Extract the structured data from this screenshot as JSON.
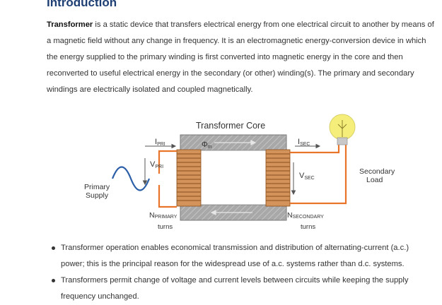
{
  "heading": "Introduction",
  "intro": {
    "term": "Transformer",
    "text": " is a static device that transfers electrical energy from one electrical circuit to another by means of a magnetic field without any change in frequency. It is an electromagnetic energy-conversion device in which the energy supplied to the primary winding is first converted into magnetic energy in the core and then reconverted to useful electrical energy in the secondary (or other) winding(s). The primary and secondary windings are electrically isolated and coupled magnetically."
  },
  "diagram": {
    "core_label": "Transformer Core",
    "flux_symbol": "Φ",
    "flux_sub": "m",
    "i_pri": "I",
    "i_pri_sub": "PRI",
    "v_pri": "V",
    "v_pri_sub": "PRI",
    "i_sec": "I",
    "i_sec_sub": "SEC",
    "v_sec": "V",
    "v_sec_sub": "SEC",
    "primary_supply_line1": "Primary",
    "primary_supply_line2": "Supply",
    "secondary_load_line1": "Secondary",
    "secondary_load_line2": "Load",
    "n_primary": "N",
    "n_primary_sub": "PRIMARY",
    "n_primary_turns": "turns",
    "n_secondary": "N",
    "n_secondary_sub": "SECONDARY",
    "n_secondary_turns": "turns",
    "colors": {
      "wire": "#e8752a",
      "core": "#9a9a9a",
      "coil": "#c77a2e",
      "bulb": "#f5ee7a"
    }
  },
  "bullets": [
    "Transformer operation enables economical transmission and distribution of alternating-current (a.c.) power; this is the principal reason for the widespread use of a.c. systems rather than d.c. systems.",
    "Transformers permit change of voltage and current levels between circuits while keeping the supply frequency unchanged."
  ]
}
